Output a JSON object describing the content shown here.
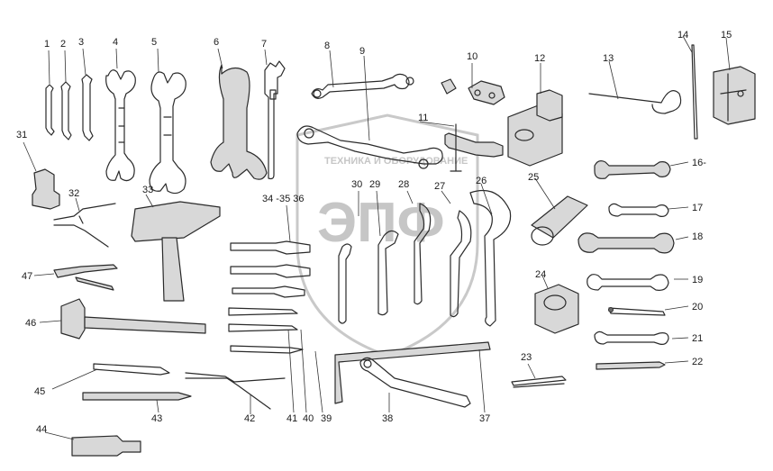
{
  "watermark": {
    "line1": "ТЕХНИКА  И  ОБОРУДОВАНИЕ",
    "line2": "ЭПФ"
  },
  "callouts": [
    "1",
    "2",
    "3",
    "4",
    "5",
    "6",
    "7",
    "8",
    "9",
    "10",
    "11",
    "12",
    "13",
    "14",
    "15",
    "16",
    "17",
    "18",
    "19",
    "20",
    "21",
    "22",
    "23",
    "24",
    "25",
    "26",
    "27",
    "28",
    "29",
    "30",
    "31",
    "32",
    "33",
    "34",
    "35",
    "36",
    "37",
    "38",
    "39",
    "40",
    "41",
    "42",
    "43",
    "44",
    "45",
    "46",
    "47"
  ],
  "label_34_36": "34 -35  36",
  "label_16": "16-"
}
